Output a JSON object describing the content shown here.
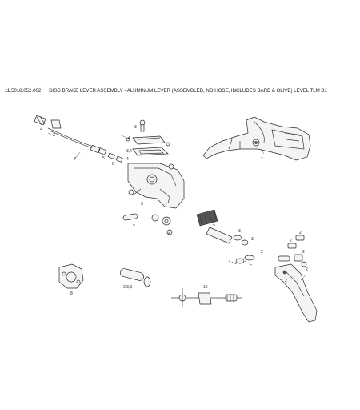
{
  "header": {
    "part_number": "11.5018.052.002",
    "title": "DISC BRAKE LEVER ASSEMBLY - ALUMINUM LEVER (ASSEMBLED, NO HOSE, INCLUDES BARB & OLIVE) LEVEL TLM B1"
  },
  "callouts": {
    "c1": "1",
    "c2a": "2",
    "c2b": "2",
    "c2c": "2",
    "c2d": "2",
    "c2e": "2",
    "c2f": "2",
    "c2g": "2",
    "c2h": "2",
    "c2i": "2",
    "c2j": "2",
    "c3a": "3",
    "c3b": "3",
    "c3c": "3",
    "c3d": "3",
    "c3e": "3",
    "c4a": "4",
    "c4b": "4",
    "c5": "5",
    "c6": "6",
    "c7": "7",
    "c8": "8",
    "c10": "10",
    "c34": "3,4",
    "c239": "2,3,9"
  }
}
